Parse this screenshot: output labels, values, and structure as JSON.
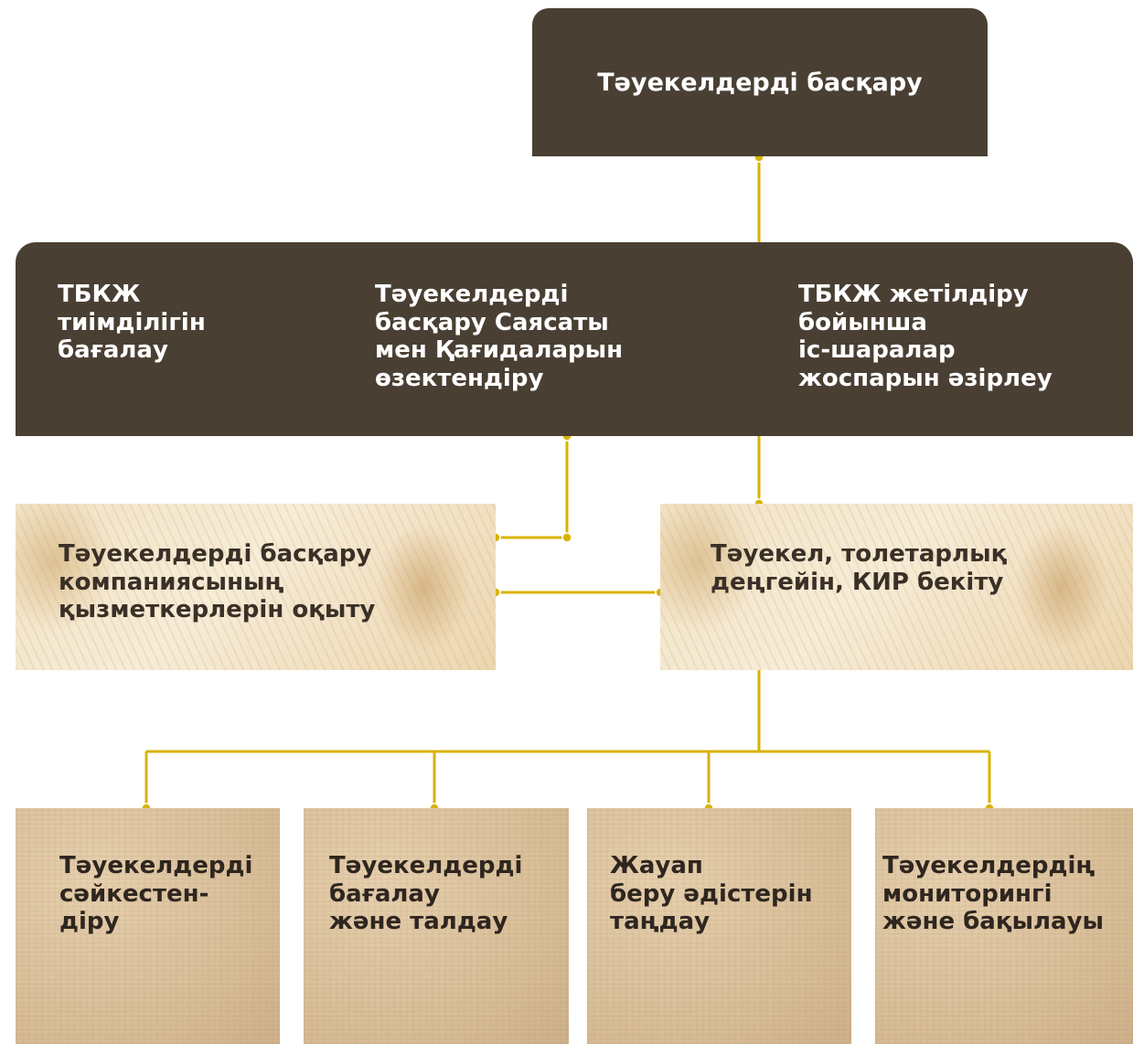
{
  "top": {
    "label": "Тәуекелдерді басқару"
  },
  "middle": {
    "item1": [
      "ТБКЖ",
      "тиімділігін",
      "бағалау"
    ],
    "item2": [
      "Тәуекелдерді",
      "басқару Саясаты",
      "мен Қағидаларын",
      "өзектендіру"
    ],
    "item3": [
      "ТБКЖ жетілдіру",
      "бойынша",
      "іс-шаралар",
      "жоспарын әзірлеу"
    ]
  },
  "training": [
    "Тәуекелдерді басқару",
    "компаниясының",
    "қызметкерлерін оқыту"
  ],
  "approval": [
    "Тәуекел, толетарлық",
    "деңгейін, КИР бекіту"
  ],
  "steps": [
    [
      "Тәуекелдерді",
      "сәйкестен-",
      "діру"
    ],
    [
      "Тәуекелдерді",
      "бағалау",
      "және талдау"
    ],
    [
      "Жауап",
      "беру әдістерін",
      "таңдау"
    ],
    [
      "Тәуекелдердің",
      "мониторингі",
      "және бақылауы"
    ]
  ],
  "colors": {
    "dark": "#4a3f33",
    "connector": "#d8b300",
    "text_light": "#ffffff"
  }
}
